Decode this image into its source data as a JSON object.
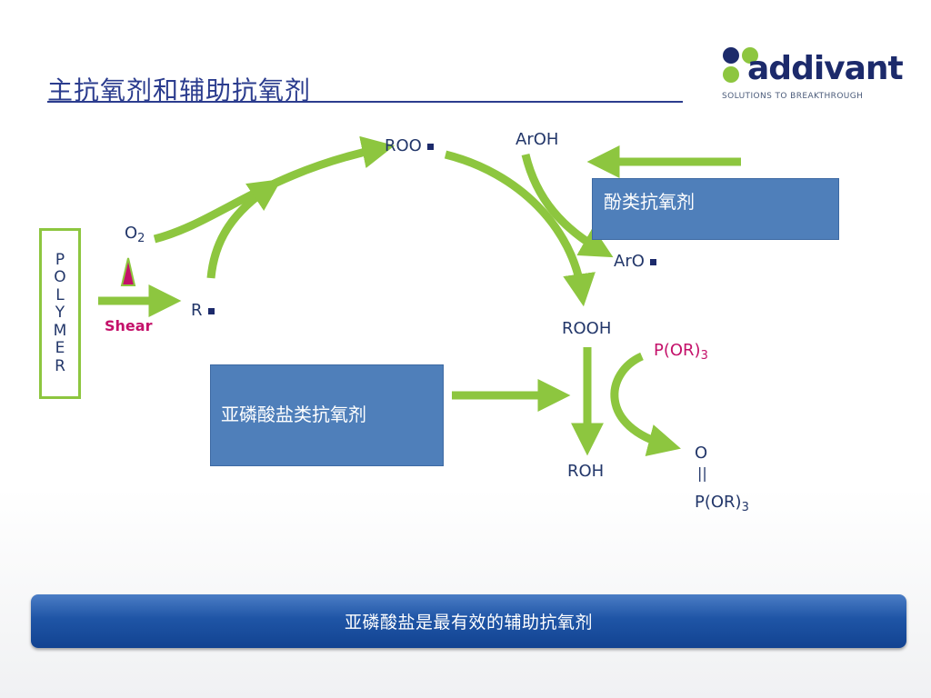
{
  "header": {
    "title": "主抗氧剂和辅助抗氧剂"
  },
  "logo": {
    "wordmark": "addivant",
    "trademark": "™",
    "tagline": "SOLUTIONS TO BREAKTHROUGH",
    "dot_colors": [
      "#1c2a6b",
      "#1c2a6b",
      "#8dc63f",
      "#8dc63f"
    ]
  },
  "diagram": {
    "polymer_letters": [
      "P",
      "O",
      "L",
      "Y",
      "M",
      "E",
      "R"
    ],
    "shear_label": "Shear",
    "o2": {
      "base": "O",
      "sub": "2"
    },
    "r_radical": "R",
    "roo_radical": "ROO",
    "aroh": "ArOH",
    "aro_radical": "ArO",
    "rooh": "ROOH",
    "roh": "ROH",
    "phosphite": {
      "base": "P(OR)",
      "sub": "3"
    },
    "phosphate_o": "O",
    "phosphate_bond": "||",
    "phosphate": {
      "base": "P(OR)",
      "sub": "3"
    },
    "phenolic_box_label": "酚类抗氧剂",
    "phosphite_box_label": "亚磷酸盐类抗氧剂"
  },
  "banner": {
    "text": "亚磷酸盐是最有效的辅助抗氧剂"
  },
  "colors": {
    "arrow_green": "#8dc63f",
    "arrow_green_dark": "#6fa52c",
    "title_blue": "#2b3c8e",
    "label_navy": "#23376a",
    "accent_pink": "#c4116a",
    "box_blue": "#4f7fba",
    "banner_blue": "#1f55a6"
  }
}
